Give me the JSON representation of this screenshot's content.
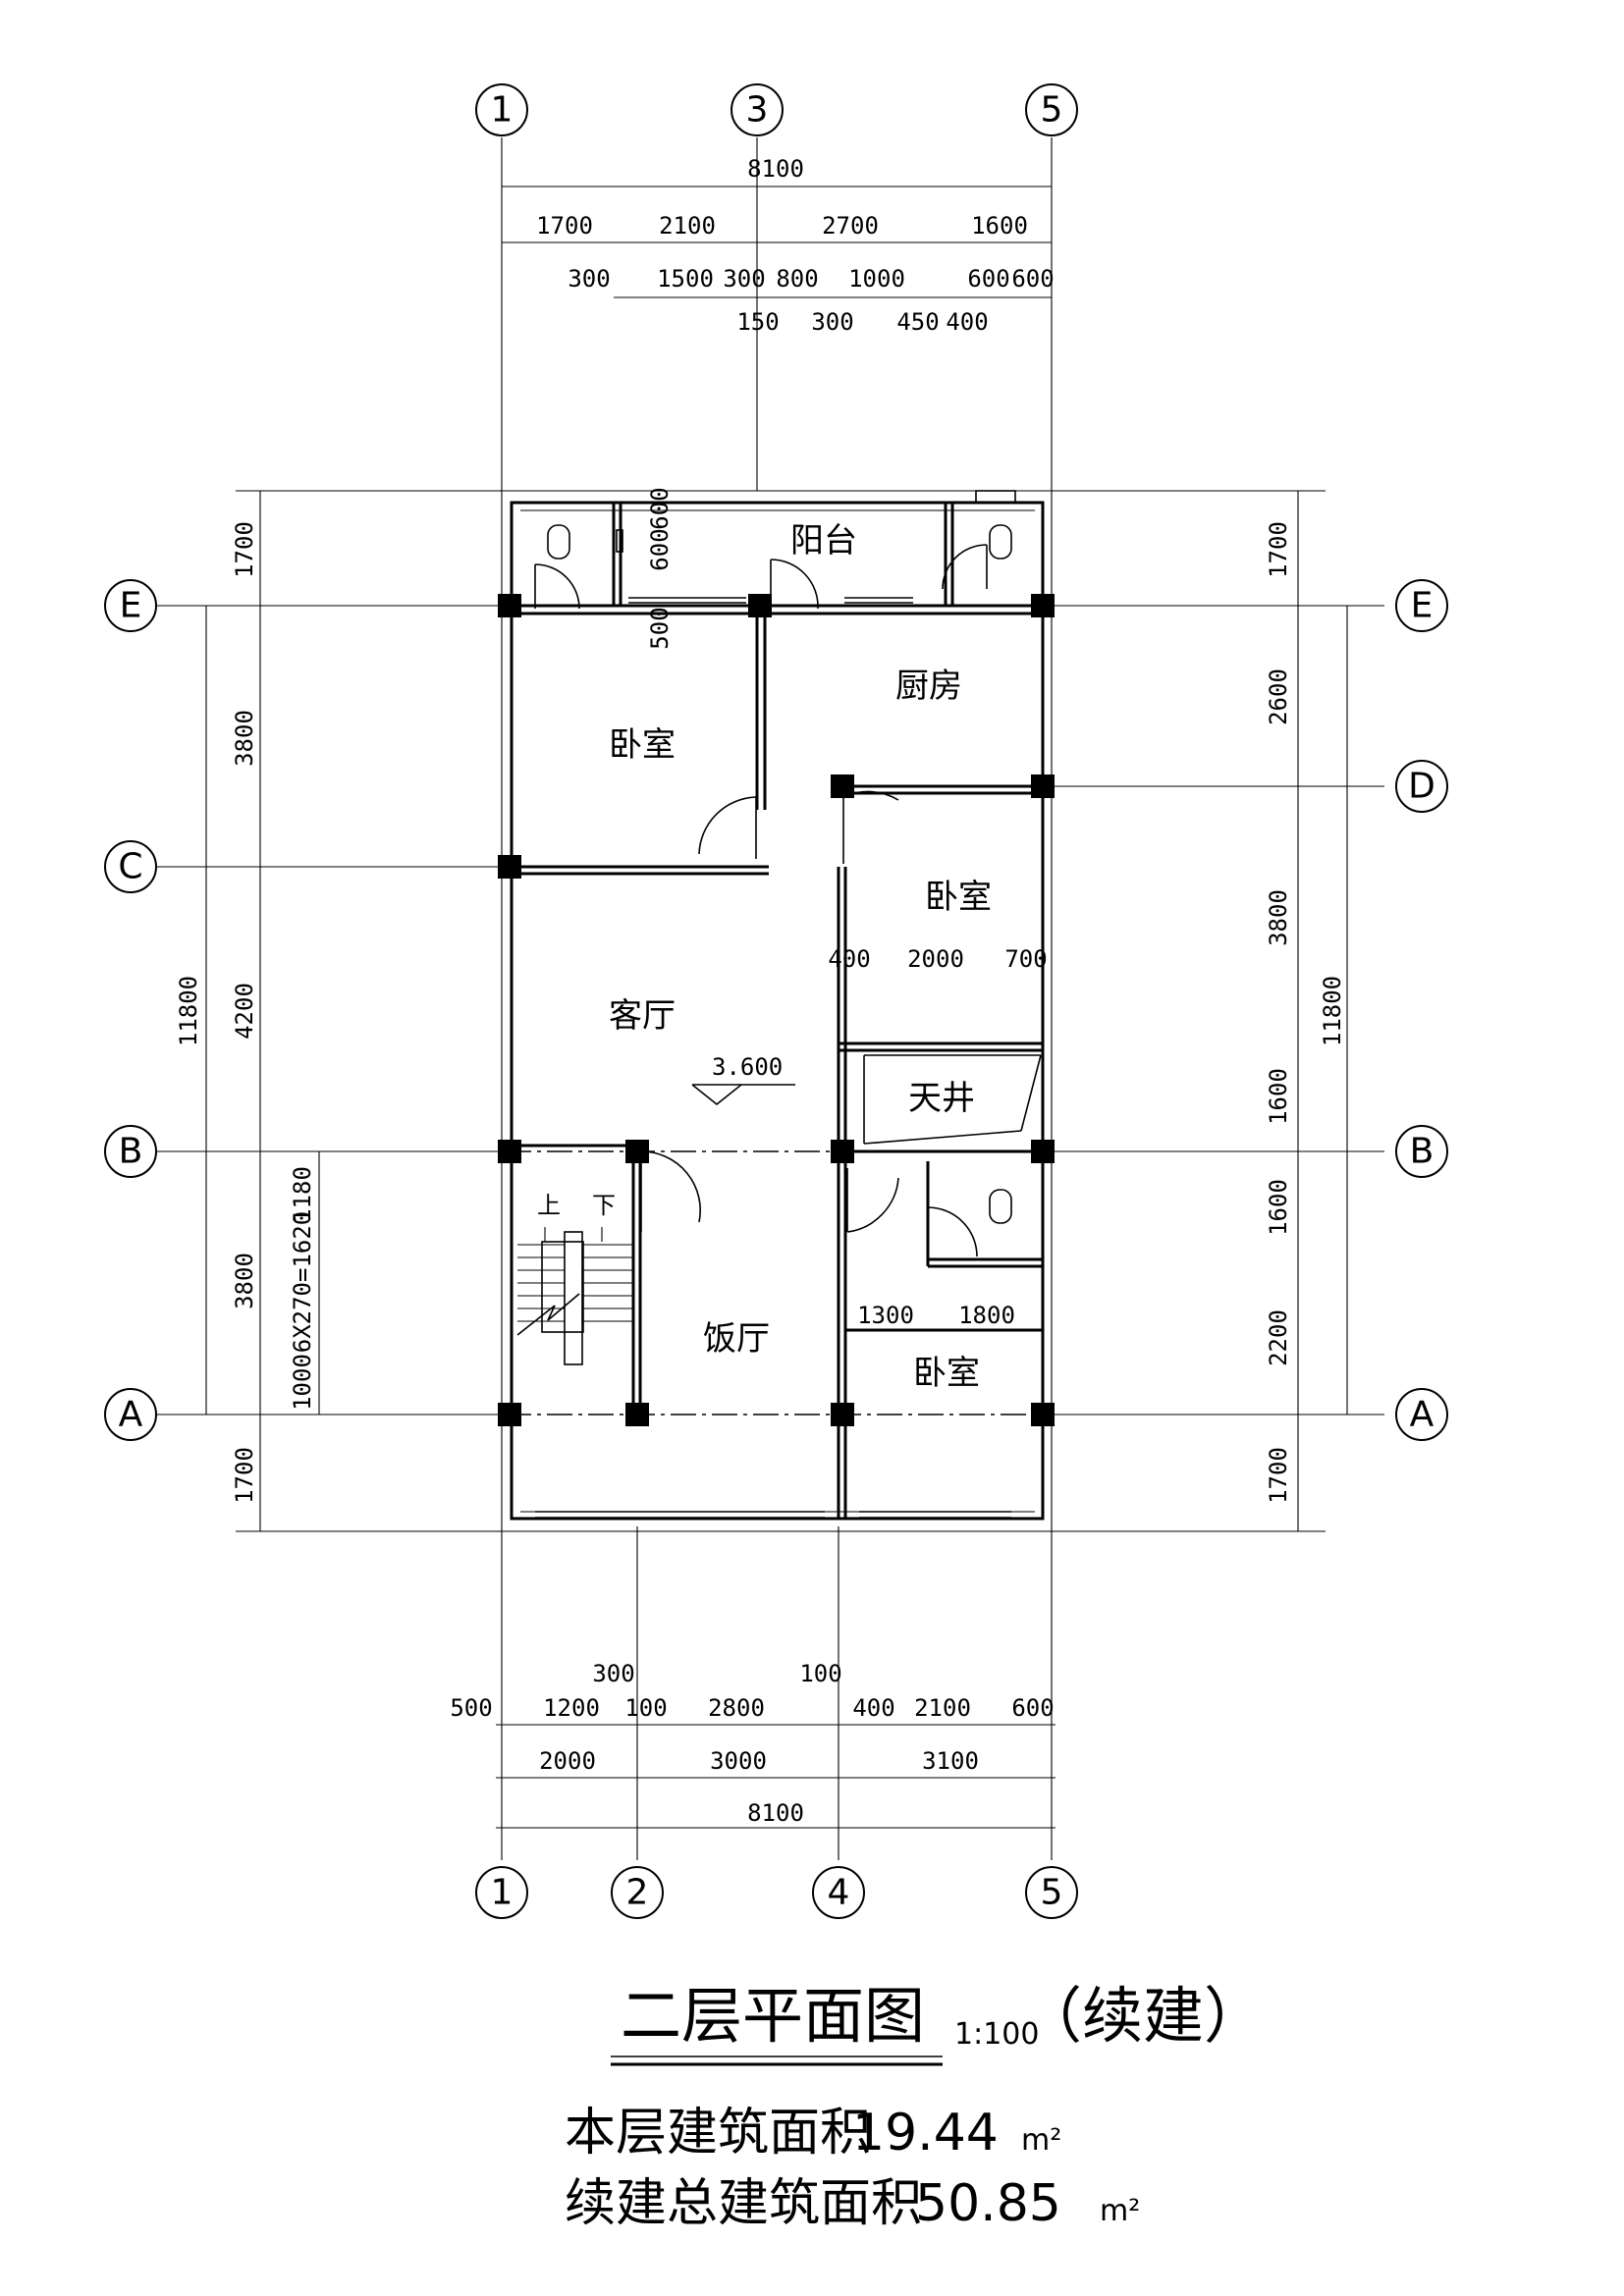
{
  "plan": {
    "title": "二层平面图",
    "scale": "1:100",
    "note": "（续建）",
    "floor_area_label": "本层建筑面积",
    "floor_area_value": "19.44",
    "total_area_label": "续建总建筑面积",
    "total_area_value": "50.85",
    "area_unit": "m²",
    "level_mark": "3.600"
  },
  "rooms": [
    {
      "id": "balcony",
      "label": "阳台"
    },
    {
      "id": "kitchen",
      "label": "厨房"
    },
    {
      "id": "bedroom-nw",
      "label": "卧室"
    },
    {
      "id": "bedroom-e",
      "label": "卧室"
    },
    {
      "id": "living",
      "label": "客厅"
    },
    {
      "id": "lightwell",
      "label": "天井"
    },
    {
      "id": "dining",
      "label": "饭厅"
    },
    {
      "id": "bedroom-se",
      "label": "卧室"
    },
    {
      "id": "stair-up",
      "label": "上"
    },
    {
      "id": "stair-down",
      "label": "下"
    }
  ],
  "axes": {
    "top": [
      "1",
      "3",
      "5"
    ],
    "bottom": [
      "1",
      "2",
      "4",
      "5"
    ],
    "left": [
      "E",
      "C",
      "B",
      "A"
    ],
    "right": [
      "E",
      "D",
      "B",
      "A"
    ]
  },
  "dimensions": {
    "top_total": "8100",
    "top_row1": [
      "1700",
      "2100",
      "2700",
      "1600"
    ],
    "top_row2": [
      "300",
      "1500",
      "300",
      "800",
      "1000",
      "600",
      "600"
    ],
    "top_row3": [
      "150",
      "300",
      "450",
      "400"
    ],
    "bottom_row1": [
      "500",
      "1200",
      "300",
      "100",
      "2800",
      "100",
      "400",
      "2100",
      "600"
    ],
    "bottom_row2": [
      "2000",
      "3000",
      "3100"
    ],
    "bottom_total": "8100",
    "left_outer": [
      "1700",
      "3800",
      "4200",
      "3800",
      "1700"
    ],
    "left_total": "11800",
    "left_stair": [
      "1180",
      "6X270=1620",
      "1000"
    ],
    "right_outer": [
      "1700",
      "2600",
      "3800",
      "1600",
      "1600",
      "2200",
      "1700"
    ],
    "right_total": "11800",
    "balcony_small": [
      "600",
      "600",
      "500"
    ],
    "bedroom_e": [
      "400",
      "2000",
      "700"
    ],
    "bedroom_se": [
      "1300",
      "1800"
    ]
  }
}
